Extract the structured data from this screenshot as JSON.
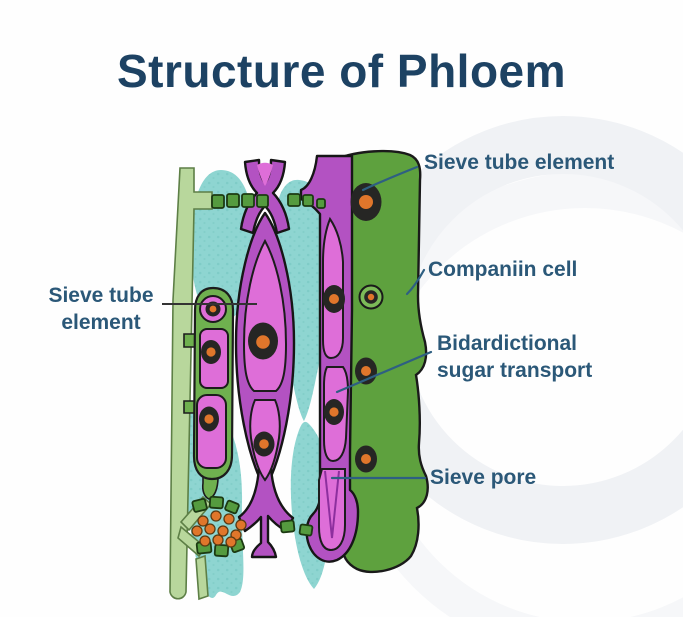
{
  "title": "Structure of Phloem",
  "labels": {
    "sieve_tube_left": {
      "line1": "Sieve tube",
      "line2": "element"
    },
    "sieve_tube_right": "Sieve tube element",
    "companion_cell": "Companiin cell",
    "bidirectional": {
      "line1": "Bidardictional",
      "line2": "sugar transport"
    },
    "sieve_pore": "Sieve pore"
  },
  "colors": {
    "background": "#fefefe",
    "title_text": "#1d4263",
    "label_text": "#2b5878",
    "leader_line": "#2e5f82",
    "left_leader_line": "#333333",
    "magenta": "#de6ed8",
    "purple": "#b352c2",
    "green": "#5ea13e",
    "companion_green": "#6fb04f",
    "companion_ring": "#7cbb58",
    "light_green": "#b8d79c",
    "square_green": "#559b3f",
    "teal": "#8ed5d1",
    "nucleus": "#262624",
    "nucleus_center": "#e0762b",
    "watermark": "#f0f2f5"
  }
}
